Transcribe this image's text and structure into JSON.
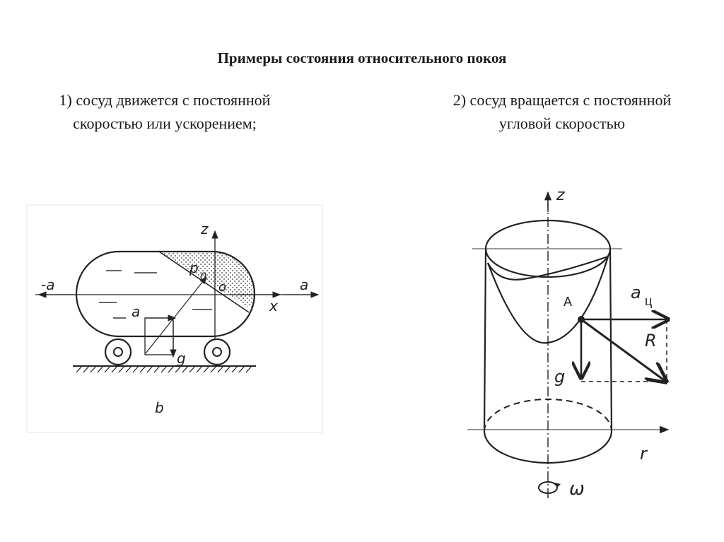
{
  "title": "Примеры состояния относительного покоя",
  "captions": {
    "left": [
      "1) сосуд движется с постоянной",
      "скоростью или ускорением;"
    ],
    "right": [
      "2) сосуд вращается с постоянной",
      "угловой скоростью"
    ]
  },
  "figure_left": {
    "labels": {
      "z": "z",
      "x": "x",
      "minus_a": "-a",
      "a_right": "a",
      "p0": "p",
      "p0_sub": "0",
      "o": "o",
      "a_inner": "a",
      "g": "g",
      "b": "b"
    }
  },
  "figure_right": {
    "labels": {
      "z": "z",
      "A": "A",
      "a_c": "a",
      "a_c_sub": "ц",
      "R": "R",
      "g": "g",
      "r": "r",
      "omega": "ω"
    }
  }
}
